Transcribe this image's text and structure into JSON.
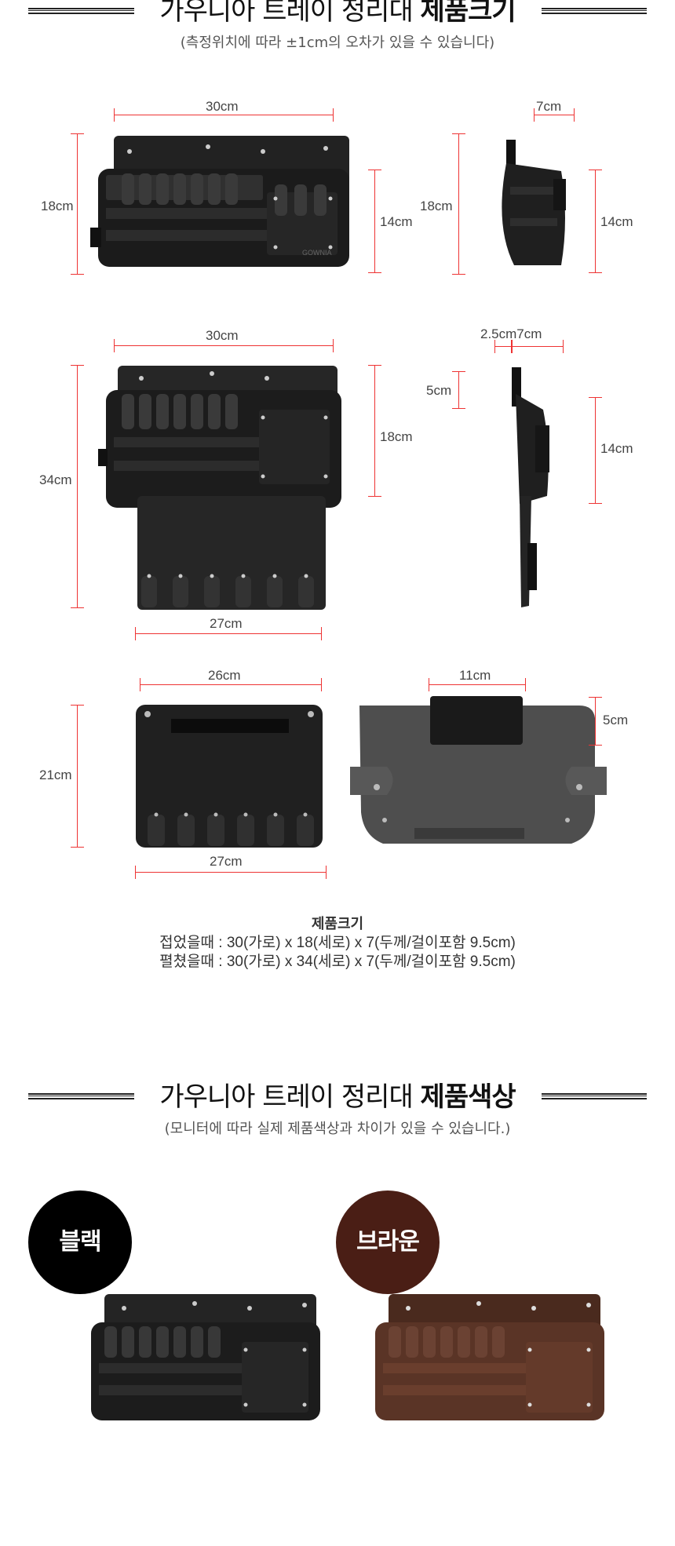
{
  "size_section": {
    "title_normal": "가우니아 트레이 정리대 ",
    "title_bold": "제품크기",
    "subtitle": "(측정위치에 따라 ±1cm의 오차가 있을 수 있습니다)"
  },
  "dimensions": {
    "row1_width": "30cm",
    "row1_height": "18cm",
    "row1_pocket": "14cm",
    "row1_side_top": "7cm",
    "row1_side_height": "18cm",
    "row1_side_pocket": "14cm",
    "row2_width": "30cm",
    "row2_height": "34cm",
    "row2_pocket": "18cm",
    "row2_bottom": "27cm",
    "row2_side_top": "2.5cm7cm",
    "row2_side_clip": "5cm",
    "row2_side_pocket": "14cm",
    "row3_width": "26cm",
    "row3_height": "21cm",
    "row3_bottom": "27cm",
    "row3_back_width": "11cm",
    "row3_back_clip": "5cm"
  },
  "spec": {
    "title": "제품크기",
    "folded": "접었을때 : 30(가로) x 18(세로) x 7(두께/걸이포함 9.5cm)",
    "unfolded": "펼쳤을때 : 30(가로) x 34(세로) x 7(두께/걸이포함 9.5cm)"
  },
  "color_section": {
    "title_normal": "가우니아 트레이 정리대 ",
    "title_bold": "제품색상",
    "subtitle": "(모니터에 따라 실제 제품색상과 차이가 있을 수 있습니다.)"
  },
  "colors": [
    {
      "label": "블랙",
      "hex": "#000000",
      "product_hex": "#2a2a2a"
    },
    {
      "label": "브라운",
      "hex": "#4a1e15",
      "product_hex": "#5a3426"
    }
  ],
  "brand_text": "GOWNIA"
}
